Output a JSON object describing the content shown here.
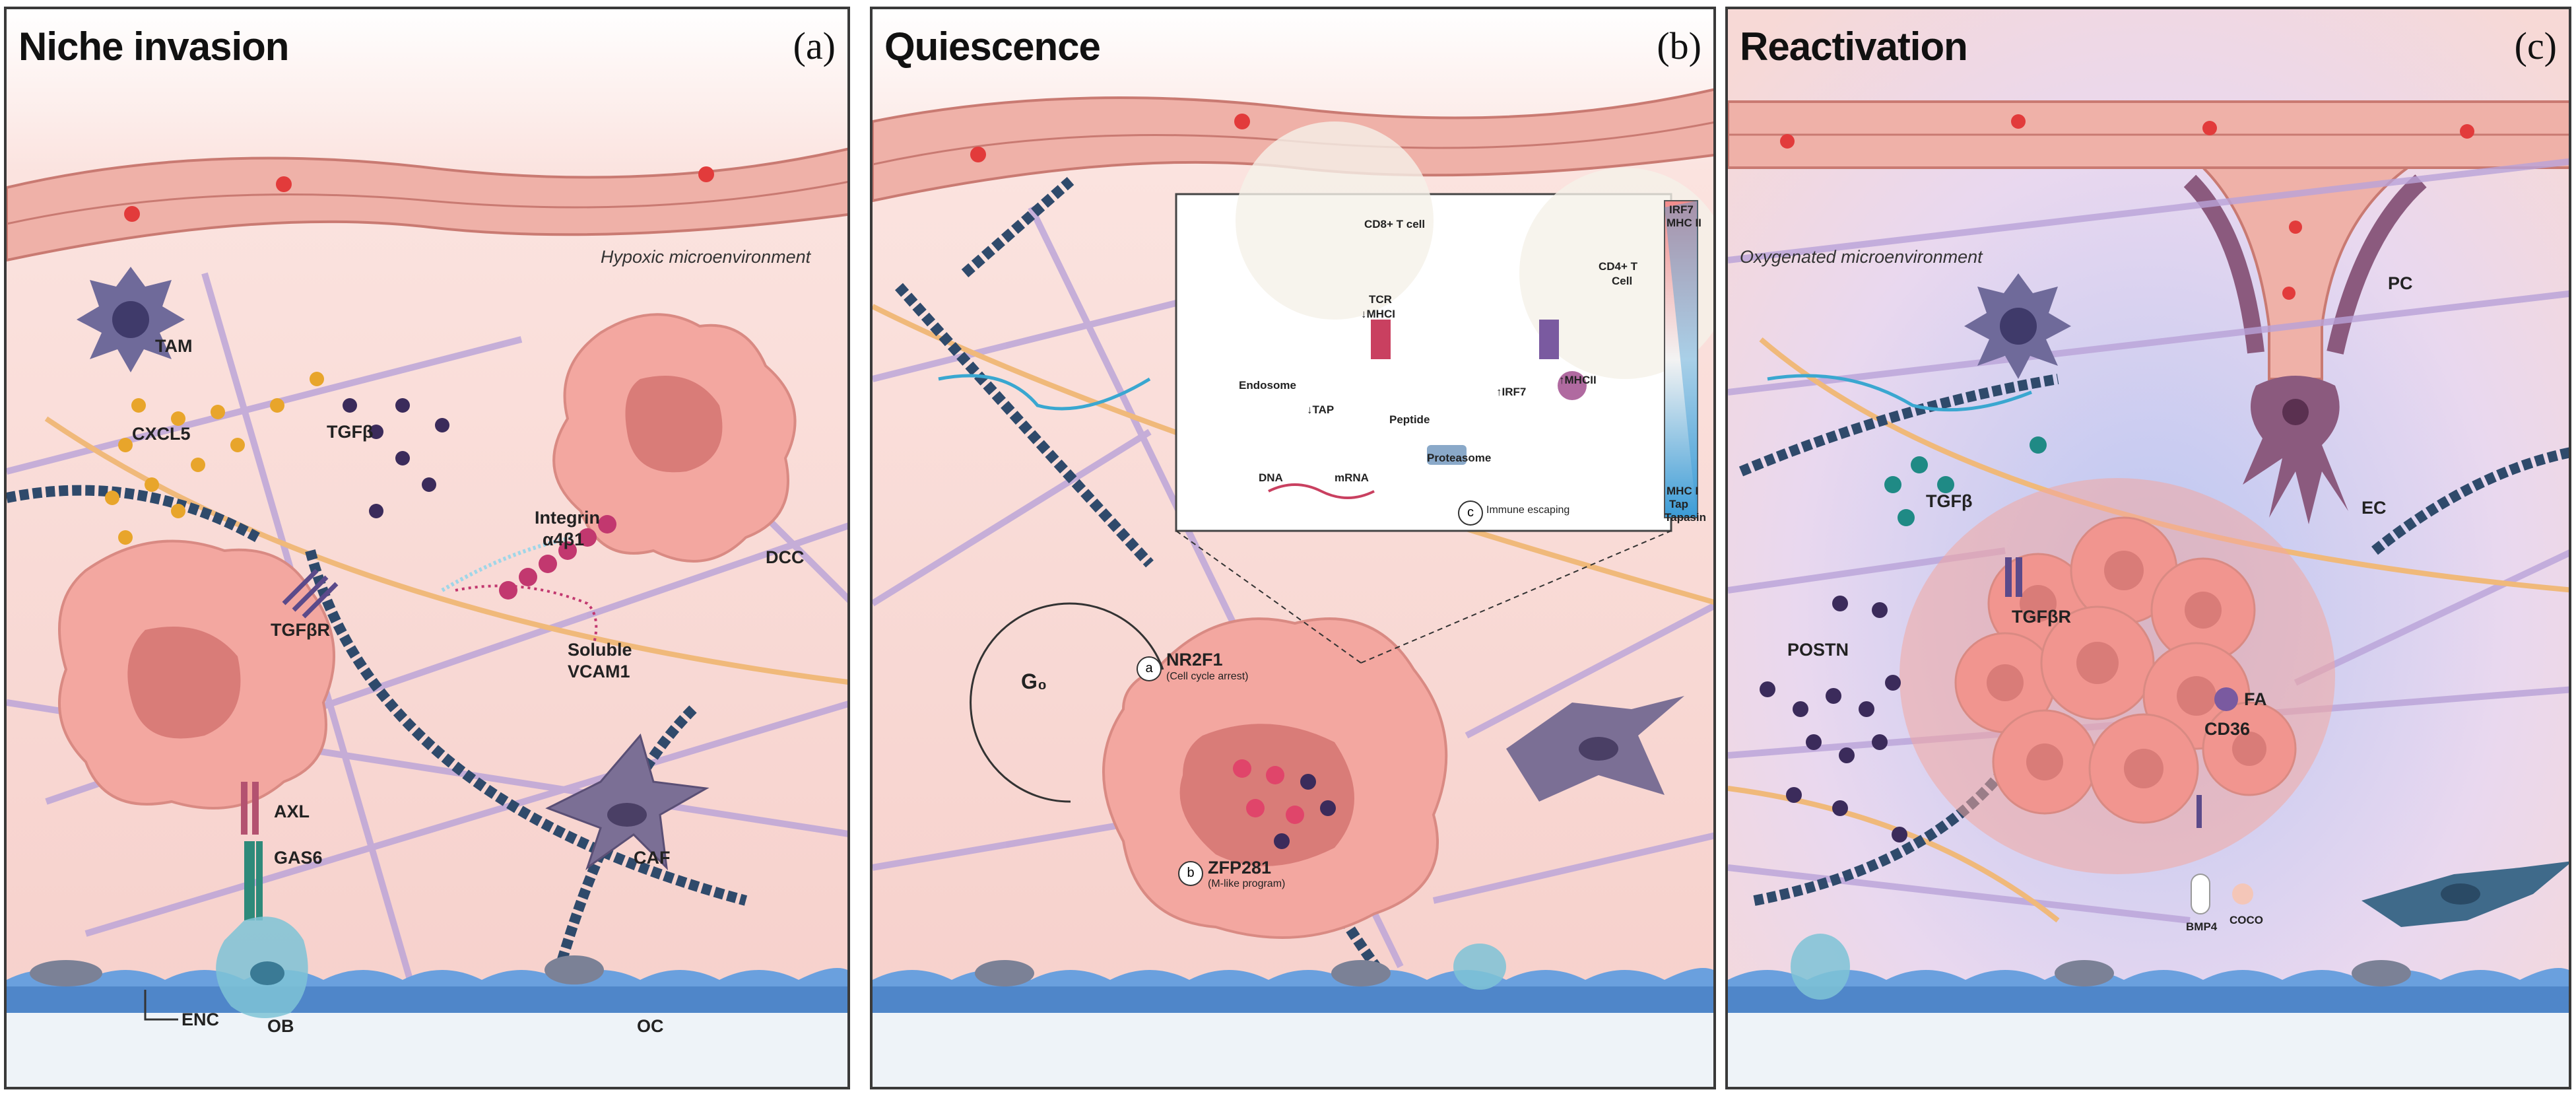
{
  "panels": [
    {
      "title": "Niche invasion",
      "letter": "(a)",
      "labels": {
        "microenvironment": "Hypoxic microenvironment",
        "tam": "TAM",
        "cxcl5": "CXCL5",
        "tgfb": "TGFβ",
        "integrin": "Integrin",
        "integrin_sub": "α4β1",
        "dcc": "DCC",
        "tgfbr": "TGFβR",
        "soluble": "Soluble",
        "vcam1": "VCAM1",
        "axl": "AXL",
        "gas6": "GAS6",
        "caf": "CAF",
        "enc": "ENC",
        "ob": "OB",
        "oc": "OC"
      }
    },
    {
      "title": "Quiescence",
      "letter": "(b)",
      "labels": {
        "cd8": "CD8+ T cell",
        "cd4": "CD4+ T",
        "cd4b": "Cell",
        "tcr": "TCR",
        "mhci_down": "↓MHCI",
        "irf7_box": "IRF7",
        "mhcii_box": "MHC II",
        "mhci_box": "MHC I",
        "tap_box": "Tap",
        "tapasin_box": "Tapasin",
        "endosome": "Endosome",
        "tap_down": "↓TAP",
        "peptide": "Peptide",
        "irf7_up": "↑IRF7",
        "mhcii_up": "↑MHCII",
        "proteasome": "Proteasome",
        "dna": "DNA",
        "mrna": "mRNA",
        "immune": "Immune escaping",
        "immune_badge": "c",
        "g0": "G₀",
        "nr2f1": "NR2F1",
        "nr2f1_sub": "(Cell cycle arrest)",
        "nr2f1_badge": "a",
        "zfp281": "ZFP281",
        "zfp281_sub": "(M-like program)",
        "zfp281_badge": "b"
      }
    },
    {
      "title": "Reactivation",
      "letter": "(c)",
      "labels": {
        "microenvironment": "Oxygenated microenvironment",
        "pc": "PC",
        "ec": "EC",
        "tgfb": "TGFβ",
        "tgfbr": "TGFβR",
        "postn": "POSTN",
        "fa": "FA",
        "cd36": "CD36",
        "bmp4": "BMP4",
        "coco": "COCO"
      }
    }
  ],
  "colors": {
    "vessel": "#efb1a8",
    "vessel_line": "#c97a72",
    "rbc": "#e23b3b",
    "tumor": "#f3a7a0",
    "nucleus": "#d97c78",
    "collagen": "#b9a2d8",
    "chain": "#2f4a6b",
    "bone": "#4f86c9",
    "macrophage": "#6f6a9a",
    "caf": "#7b6f95",
    "endothelial": "#8b5a7e"
  }
}
